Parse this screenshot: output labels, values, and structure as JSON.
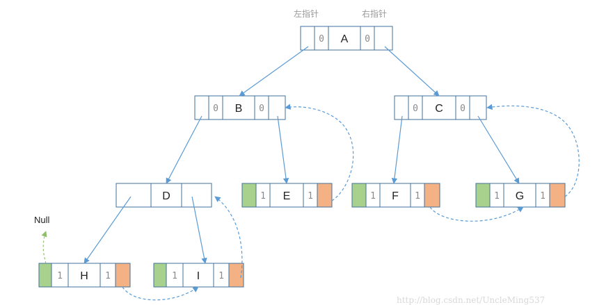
{
  "labels": {
    "left_pointer": "左指针",
    "right_pointer": "右指针",
    "null": "Null",
    "watermark": "http://blog.csdn.net/UncleMing537"
  },
  "nodes": {
    "A": {
      "letter": "A",
      "ltag": "0",
      "rtag": "0"
    },
    "B": {
      "letter": "B",
      "ltag": "0",
      "rtag": "0"
    },
    "C": {
      "letter": "C",
      "ltag": "0",
      "rtag": "0"
    },
    "D": {
      "letter": "D"
    },
    "E": {
      "letter": "E",
      "ltag": "1",
      "rtag": "1"
    },
    "F": {
      "letter": "F",
      "ltag": "1",
      "rtag": "1"
    },
    "G": {
      "letter": "G",
      "ltag": "1",
      "rtag": "1"
    },
    "H": {
      "letter": "H",
      "ltag": "1",
      "rtag": "1"
    },
    "I": {
      "letter": "I",
      "ltag": "1",
      "rtag": "1"
    }
  },
  "colors": {
    "border": "#41719c",
    "edge": "#5b9bd5",
    "thread_left": "#a9d18e",
    "thread_right": "#f4b183"
  }
}
